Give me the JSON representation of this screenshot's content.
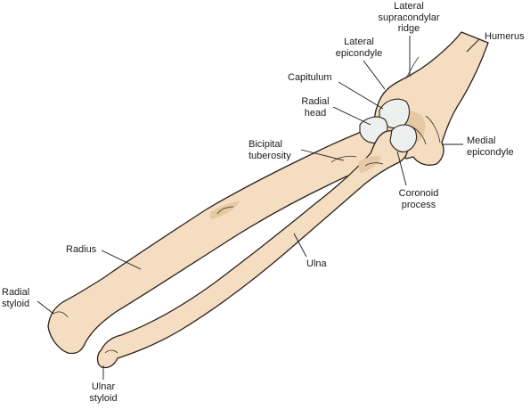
{
  "diagram": {
    "labels": {
      "lateral_supracondylar_ridge": [
        "Lateral",
        "supracondylar",
        "ridge"
      ],
      "humerus": "Humerus",
      "lateral_epicondyle": [
        "Lateral",
        "epicondyle"
      ],
      "capitulum": "Capitulum",
      "radial_head": [
        "Radial",
        "head"
      ],
      "medial_epicondyle": [
        "Medial",
        "epicondyle"
      ],
      "bicipital_tuberosity": [
        "Bicipital",
        "tuberosity"
      ],
      "coronoid_process": [
        "Coronoid",
        "process"
      ],
      "radius": "Radius",
      "ulna": "Ulna",
      "radial_styloid": [
        "Radial",
        "styloid"
      ],
      "ulnar_styloid": [
        "Ulnar",
        "styloid"
      ]
    },
    "colors": {
      "bone": "#f4ddc0",
      "bone_shade": "#e7c8a4",
      "outline": "#2a211b",
      "cartilage": "#eef0f0",
      "label_text": "#1a1a1a"
    }
  }
}
